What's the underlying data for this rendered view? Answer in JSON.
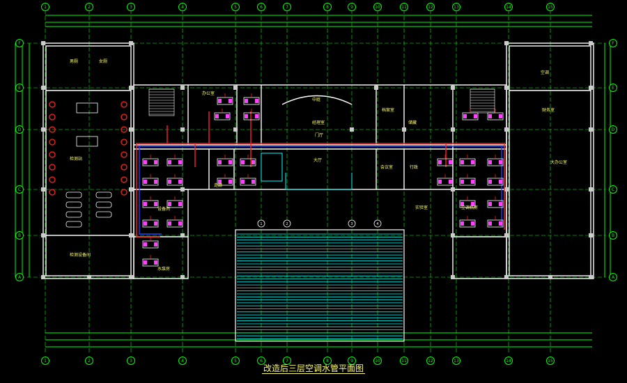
{
  "drawing": {
    "title": "改造后三层空调水管平面图",
    "scale_note": "1:100",
    "colors": {
      "background": "#000000",
      "grid": "#00ff00",
      "wall": "#ffffff",
      "supply_pipe": "#ff2020",
      "return_pipe": "#2040ff",
      "equipment": "#ff40ff",
      "annotation": "#ffff66",
      "stairs": "#00ffff"
    }
  },
  "grid_axes": {
    "columns": [
      "1",
      "2",
      "3",
      "4",
      "5",
      "6",
      "7",
      "8",
      "9",
      "10",
      "11",
      "12",
      "13",
      "14",
      "15"
    ],
    "rows": [
      "F",
      "E",
      "D",
      "C",
      "B",
      "A"
    ],
    "inner_axes": [
      "1",
      "2",
      "3",
      "4"
    ]
  },
  "rooms": {
    "r_toilet_m": "男厕",
    "r_toilet_f": "女厕",
    "r_office_top": "办公室",
    "r_office_right_top": "空调",
    "r_lobby": "中庭",
    "r_stair_lobby": "门厅",
    "r_archive": "档案室",
    "r_storage": "储藏",
    "r_big_office": "大办公室",
    "r_meeting": "会议室",
    "r_admin": "行政",
    "r_finance": "财务室",
    "r_mgr": "经理室",
    "r_left_big": "检测站",
    "r_left_bottom": "检测设备间",
    "r_equip_left": "设备间",
    "r_corr": "走廊",
    "r_equip_right": "空调机房",
    "r_lab": "实验室",
    "r_right_hall": "大厅",
    "r_water": "水泵房"
  }
}
